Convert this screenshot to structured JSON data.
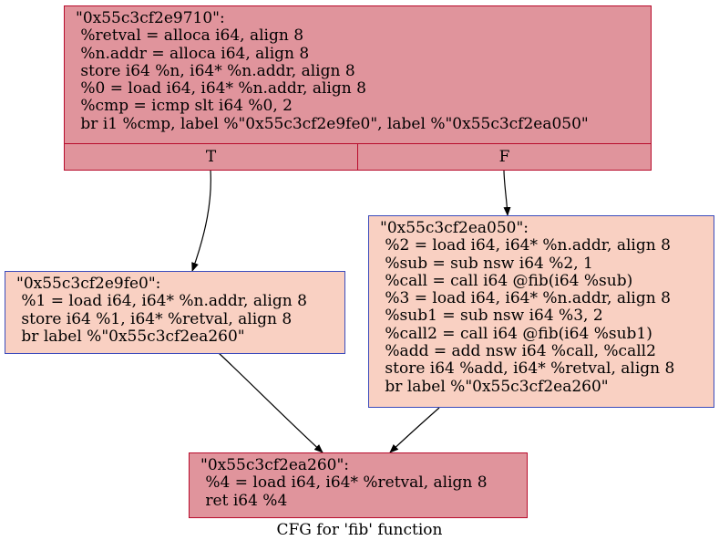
{
  "caption": "CFG for 'fib' function",
  "nodes": {
    "entry": {
      "lines": [
        "\"0x55c3cf2e9710\":",
        " %retval = alloca i64, align 8",
        " %n.addr = alloca i64, align 8",
        " store i64 %n, i64* %n.addr, align 8",
        " %0 = load i64, i64* %n.addr, align 8",
        " %cmp = icmp slt i64 %0, 2",
        " br i1 %cmp, label %\"0x55c3cf2e9fe0\", label %\"0x55c3cf2ea050\""
      ],
      "port_true": "T",
      "port_false": "F"
    },
    "then": {
      "lines": [
        "\"0x55c3cf2e9fe0\":",
        " %1 = load i64, i64* %n.addr, align 8",
        " store i64 %1, i64* %retval, align 8",
        " br label %\"0x55c3cf2ea260\""
      ]
    },
    "else": {
      "lines": [
        "\"0x55c3cf2ea050\":",
        " %2 = load i64, i64* %n.addr, align 8",
        " %sub = sub nsw i64 %2, 1",
        " %call = call i64 @fib(i64 %sub)",
        " %3 = load i64, i64* %n.addr, align 8",
        " %sub1 = sub nsw i64 %3, 2",
        " %call2 = call i64 @fib(i64 %sub1)",
        " %add = add nsw i64 %call, %call2",
        " store i64 %add, i64* %retval, align 8",
        " br label %\"0x55c3cf2ea260\""
      ]
    },
    "exit": {
      "lines": [
        "\"0x55c3cf2ea260\":",
        " %4 = load i64, i64* %retval, align 8",
        " ret i64 %4"
      ]
    }
  },
  "colors": {
    "header_fill": "#e0949c",
    "header_stroke": "#b80c2c",
    "body_fill": "#f9d0c2",
    "body_stroke": "#3c4cbc"
  }
}
